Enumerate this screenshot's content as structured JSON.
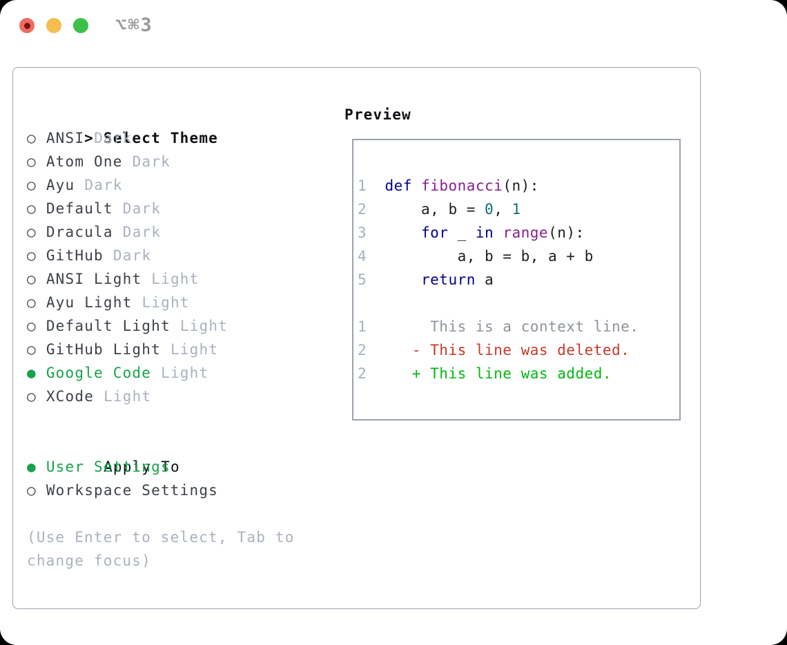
{
  "palette": {
    "border": "#9AA3AF",
    "text": "#3C4148",
    "title": "#0F1114",
    "muted": "#A9B2BF",
    "green": "#16A34A",
    "ln": "#A6AFBD",
    "kw": "#00008F",
    "fn": "#86208F",
    "lit": "#0E6F6F",
    "plain": "#1B1D20",
    "ctx": "#8D939D",
    "del": "#C23A28",
    "add": "#00B810",
    "shortcut": "#98999E",
    "light_red": "#EE6B60",
    "light_red_dot": "#7A120A",
    "light_yellow": "#F5BE4F",
    "light_green": "#3BC148"
  },
  "window": {
    "shortcut_label": "⌥⌘3"
  },
  "sidebar": {
    "title_marker": ">",
    "title": "Select Theme",
    "unselected_marker": "○",
    "selected_marker": "●",
    "themes": [
      {
        "name": "ANSI",
        "variant": "Dark",
        "selected": false
      },
      {
        "name": "Atom One",
        "variant": "Dark",
        "selected": false
      },
      {
        "name": "Ayu",
        "variant": "Dark",
        "selected": false
      },
      {
        "name": "Default",
        "variant": "Dark",
        "selected": false
      },
      {
        "name": "Dracula",
        "variant": "Dark",
        "selected": false
      },
      {
        "name": "GitHub",
        "variant": "Dark",
        "selected": false
      },
      {
        "name": "ANSI Light",
        "variant": "Light",
        "selected": false
      },
      {
        "name": "Ayu Light",
        "variant": "Light",
        "selected": false
      },
      {
        "name": "Default Light",
        "variant": "Light",
        "selected": false
      },
      {
        "name": "GitHub Light",
        "variant": "Light",
        "selected": false
      },
      {
        "name": "Google Code",
        "variant": "Light",
        "selected": true
      },
      {
        "name": "XCode",
        "variant": "Light",
        "selected": false
      }
    ],
    "apply_to": {
      "label": "Apply To",
      "options": [
        {
          "label": "User Settings",
          "selected": true
        },
        {
          "label": "Workspace Settings",
          "selected": false
        }
      ]
    },
    "hint_lines": [
      "(Use Enter to select, Tab to",
      "change focus)"
    ]
  },
  "preview": {
    "title": "Preview",
    "rows": [
      {
        "num": "",
        "segments": []
      },
      {
        "num": "1",
        "segments": [
          [
            "pl",
            "  "
          ],
          [
            "kw",
            "def"
          ],
          [
            "pl",
            " "
          ],
          [
            "fn",
            "fibonacci"
          ],
          [
            "pl",
            "(n):"
          ]
        ]
      },
      {
        "num": "2",
        "segments": [
          [
            "pl",
            "      a, b = "
          ],
          [
            "lit",
            "0"
          ],
          [
            "pl",
            ", "
          ],
          [
            "lit",
            "1"
          ]
        ]
      },
      {
        "num": "3",
        "segments": [
          [
            "pl",
            "      "
          ],
          [
            "kw",
            "for"
          ],
          [
            "pl",
            " _ "
          ],
          [
            "kw",
            "in"
          ],
          [
            "pl",
            " "
          ],
          [
            "fn",
            "range"
          ],
          [
            "pl",
            "(n):"
          ]
        ]
      },
      {
        "num": "4",
        "segments": [
          [
            "pl",
            "          a, b = b, a + b"
          ]
        ]
      },
      {
        "num": "5",
        "segments": [
          [
            "pl",
            "      "
          ],
          [
            "kw",
            "return"
          ],
          [
            "pl",
            " a"
          ]
        ]
      },
      {
        "num": "",
        "segments": []
      },
      {
        "num": "1",
        "segments": [
          [
            "ctx",
            "       This is a context line."
          ]
        ]
      },
      {
        "num": "2",
        "segments": [
          [
            "del",
            "     - This line was deleted."
          ]
        ]
      },
      {
        "num": "2",
        "segments": [
          [
            "add",
            "     + This line was added."
          ]
        ]
      },
      {
        "num": "",
        "segments": []
      }
    ]
  }
}
